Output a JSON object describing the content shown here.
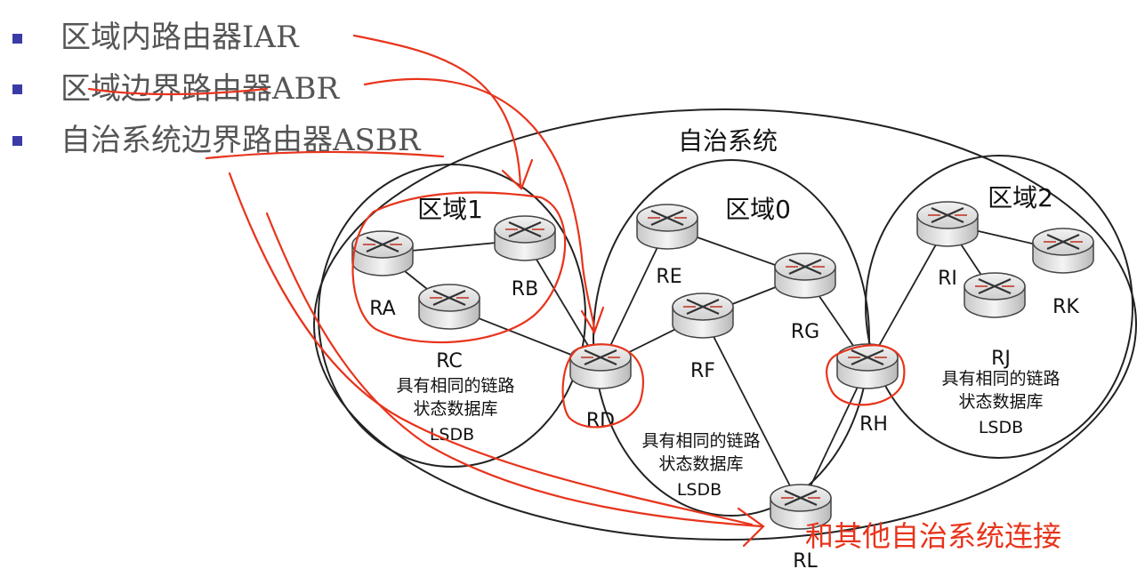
{
  "bullets": [
    {
      "text": "区域内路由器IAR"
    },
    {
      "text": "区域边界路由器ABR"
    },
    {
      "text": "自治系统边界路由器ASBR"
    }
  ],
  "diagram": {
    "as_label": "自治系统",
    "areas": {
      "area1": "区域1",
      "area0": "区域0",
      "area2": "区域2"
    },
    "routers": {
      "RA": "RA",
      "RB": "RB",
      "RC": "RC",
      "RD": "RD",
      "RE": "RE",
      "RF": "RF",
      "RG": "RG",
      "RH": "RH",
      "RI": "RI",
      "RJ": "RJ",
      "RK": "RK",
      "RL": "RL"
    },
    "lsdb_note": {
      "line1": "具有相同的链路",
      "line2": "状态数据库",
      "line3": "LSDB"
    }
  },
  "annotation": {
    "text": "和其他自治系统连接",
    "color": "#e8341c"
  },
  "colors": {
    "bullet": "#3b3ba8",
    "ink": "#e8341c"
  }
}
